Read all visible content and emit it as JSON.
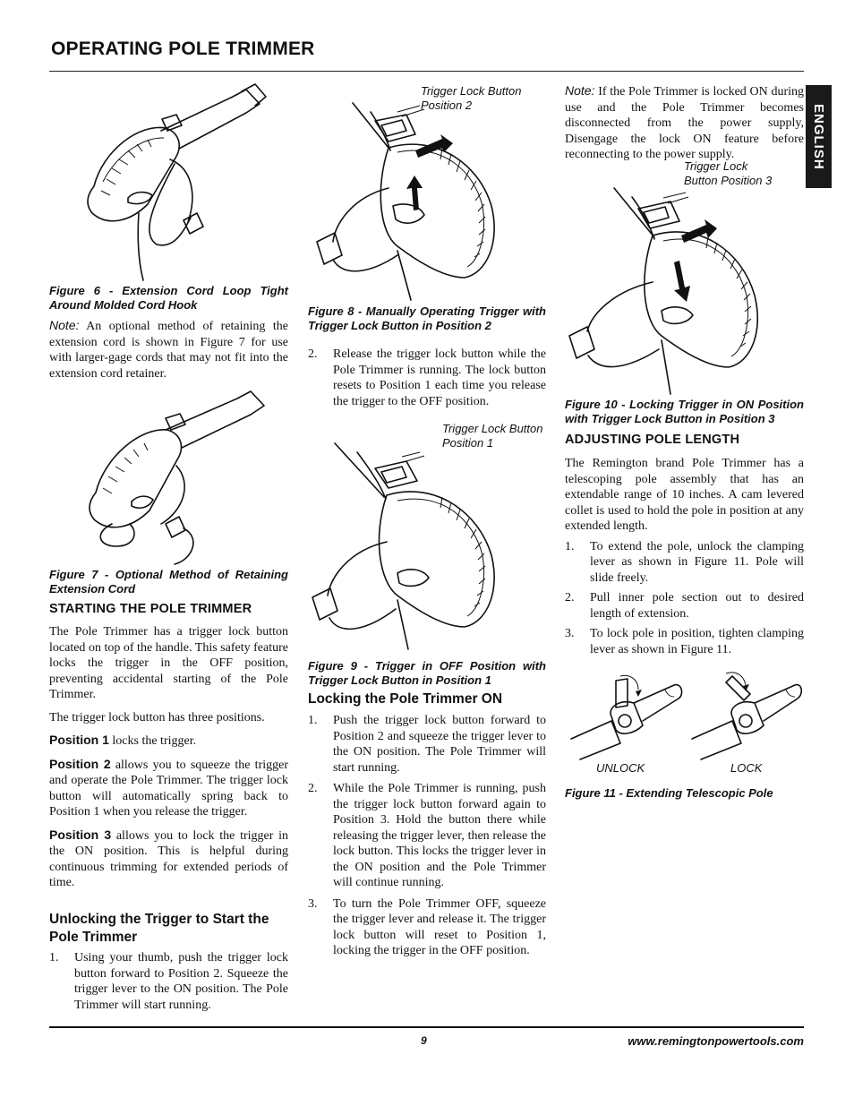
{
  "header": {
    "title": "OPERATING POLE TRIMMER",
    "language_tab": "ENGLISH"
  },
  "figures": {
    "fig6_caption": "Figure 6 - Extension Cord Loop Tight Around Molded Cord Hook",
    "fig7_caption": "Figure 7 - Optional Method of Retaining Extension Cord",
    "fig8_label": "Trigger Lock Button Position 2",
    "fig8_caption": "Figure 8 - Manually Operating Trigger with Trigger Lock Button in Position 2",
    "fig9_label": "Trigger Lock Button Position 1",
    "fig9_caption": "Figure 9 - Trigger in OFF Position with Trigger Lock Button in Position 1",
    "fig10_label": "Trigger Lock Button Position 3",
    "fig10_caption": "Figure 10 - Locking Trigger in ON Position with Trigger Lock Button in Position 3",
    "fig11_unlock": "UNLOCK",
    "fig11_lock": "LOCK",
    "fig11_caption": "Figure 11 - Extending Telescopic Pole"
  },
  "col1": {
    "note_label": "Note:",
    "note_text": " An optional method of retaining the extension cord is shown in Figure 7 for use with larger-gage cords that may not fit into the extension cord retainer.",
    "starting_heading": "STARTING THE POLE TRIMMER",
    "para1": "The Pole Trimmer has a trigger lock button located on top of the handle. This safety feature locks the trigger in the OFF position, preventing accidental starting of the Pole Trimmer.",
    "para2": "The trigger lock button has three positions.",
    "pos1_label": "Position 1",
    "pos1_text": " locks the trigger.",
    "pos2_label": "Position 2",
    "pos2_text": " allows you to squeeze the trigger and operate the Pole Trimmer. The trigger lock button will automatically spring back to Position 1 when you release the trigger.",
    "pos3_label": "Position 3",
    "pos3_text": " allows you to lock the trigger in the ON position. This is helpful during continuous trimming for extended periods of time.",
    "unlock_heading": "Unlocking the Trigger to Start the Pole Trimmer",
    "unlock_step1_num": "1.",
    "unlock_step1": "Using your thumb, push the trigger lock button forward to Position 2. Squeeze the trigger lever to the ON position. The Pole Trimmer will start running."
  },
  "col2": {
    "step2_num": "2.",
    "step2": "Release the trigger lock button while the Pole Trimmer is running. The lock button resets to Position 1 each time you release the trigger to the OFF position.",
    "locking_heading": "Locking the Pole Trimmer ON",
    "lock_steps": [
      {
        "num": "1.",
        "text": "Push the trigger lock button forward to Position 2 and squeeze the trigger lever to the ON position. The Pole Trimmer will start running."
      },
      {
        "num": "2.",
        "text": "While the Pole Trimmer is running, push the trigger lock button forward again to Position 3. Hold the button there while releasing the trigger lever, then release the lock button. This locks the trigger lever in the ON position and the Pole Trimmer will continue running."
      },
      {
        "num": "3.",
        "text": "To turn the Pole Trimmer OFF, squeeze the trigger lever and release it. The trigger lock button will reset to Position 1, locking the trigger in the OFF position."
      }
    ]
  },
  "col3": {
    "note_label": "Note:",
    "note_text": " If the Pole Trimmer is locked ON during use and the Pole Trimmer becomes disconnected from the power supply, Disengage the lock ON feature before reconnecting to the power supply.",
    "adjust_heading": "ADJUSTING POLE LENGTH",
    "adjust_para": "The Remington brand Pole Trimmer has a telescoping pole assembly that has an extendable range of 10 inches. A cam levered collet is used to hold the pole in position at any extended length.",
    "adjust_steps": [
      {
        "num": "1.",
        "text": "To extend the pole, unlock the clamping lever as shown in Figure 11. Pole will slide freely."
      },
      {
        "num": "2.",
        "text": "Pull inner pole section out to desired length of extension."
      },
      {
        "num": "3.",
        "text": "To lock pole in position, tighten clamping lever as shown in Figure 11."
      }
    ]
  },
  "footer": {
    "page_number": "9",
    "url": "www.remingtonpowertools.com"
  }
}
